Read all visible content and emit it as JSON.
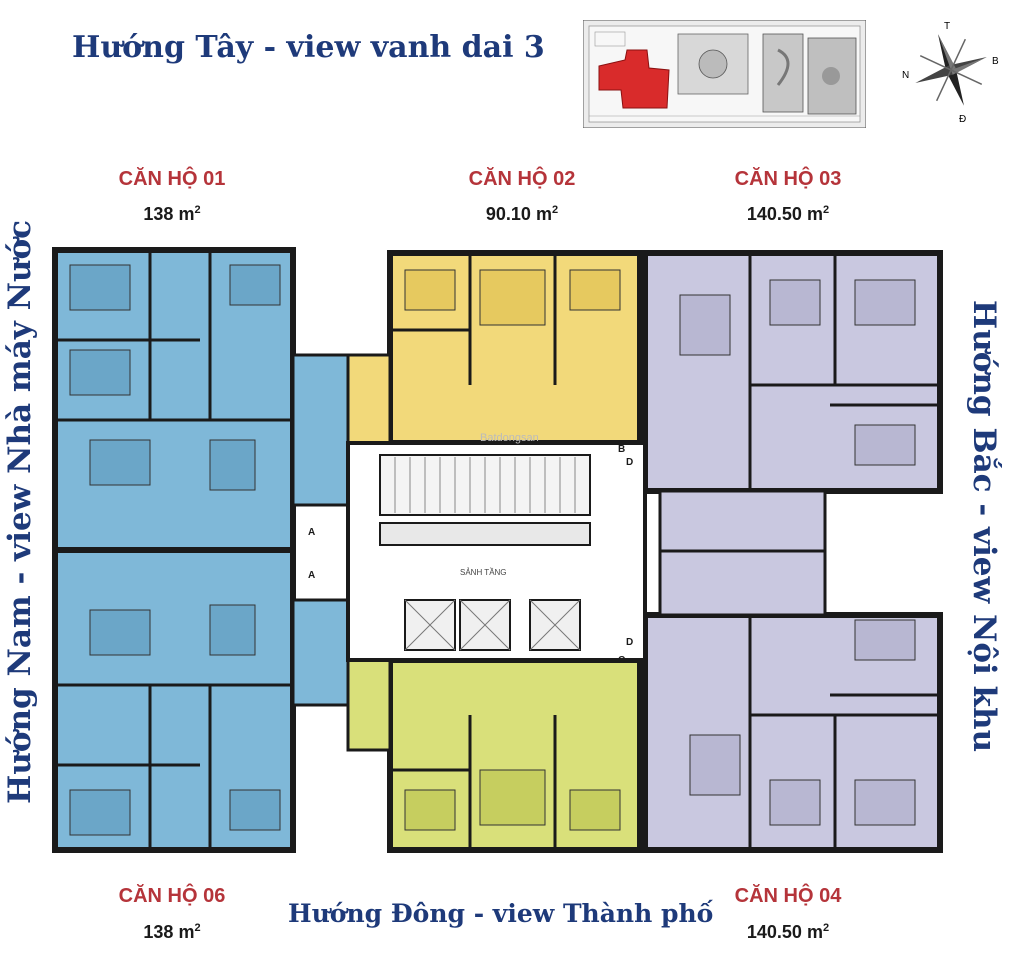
{
  "directions": {
    "west": "Hướng Tây - view vanh dai 3",
    "south": "Hướng Nam - view Nhà máy Nước",
    "north": "Hướng Bắc - view Nội khu",
    "east": "Hướng Đông - view Thành phố"
  },
  "compass": {
    "top": "T",
    "bottom": "Đ",
    "left": "N",
    "right": "B"
  },
  "units": [
    {
      "name": "CĂN HỘ 01",
      "area": "138",
      "unit": "m",
      "color": "#7fb8d8"
    },
    {
      "name": "CĂN HỘ 02",
      "area": "90.10",
      "unit": "m",
      "color": "#f2d97a"
    },
    {
      "name": "CĂN HỘ 03",
      "area": "140.50",
      "unit": "m",
      "color": "#c9c8e0"
    },
    {
      "name": "CĂN HỘ 04",
      "area": "140.50",
      "unit": "m",
      "color": "#c9c8e0"
    },
    {
      "name": "CĂN HỘ 06",
      "area": "138",
      "unit": "m",
      "color": "#7fb8d8"
    }
  ],
  "lobby": {
    "label": "SẢNH TẦNG",
    "watermark": "Batdongsan"
  },
  "doors": [
    "A",
    "A",
    "B",
    "C",
    "D",
    "D"
  ],
  "colors": {
    "text_blue": "#1e3a7a",
    "title_red": "#b5343a",
    "wall": "#1a1a1a",
    "apt_green": "#d9e07a",
    "highlight_red": "#d92b2b"
  }
}
